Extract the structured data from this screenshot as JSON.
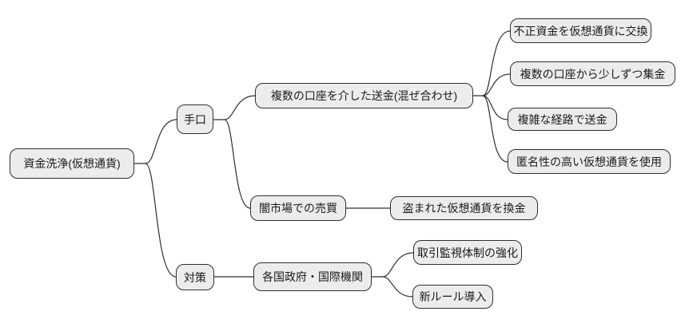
{
  "diagram": {
    "type": "mindmap",
    "language": "ja",
    "topic": "cryptocurrency money laundering",
    "colors": {
      "background": "#ffffff",
      "node_fill": "#ececec",
      "node_border": "#2e2e2e",
      "link": "#2e2e2e",
      "text": "#1a1a1a"
    }
  },
  "nodes": {
    "root": {
      "label": "資金洗浄(仮想通貨)"
    },
    "methods": {
      "label": "手口"
    },
    "mixing": {
      "label": "複数の口座を介した送金(混ぜ合わせ)"
    },
    "exchange": {
      "label": "不正資金を仮想通貨に交換"
    },
    "collect": {
      "label": "複数の口座から少しずつ集金"
    },
    "route": {
      "label": "複雑な経路で送金"
    },
    "anonymous": {
      "label": "匿名性の高い仮想通貨を使用"
    },
    "darkmarket": {
      "label": "闇市場での売買"
    },
    "cashout": {
      "label": "盗まれた仮想通貨を換金"
    },
    "counter": {
      "label": "対策"
    },
    "govern": {
      "label": "各国政府・国際機関"
    },
    "monitor": {
      "label": "取引監視体制の強化"
    },
    "newrules": {
      "label": "新ルール導入"
    }
  },
  "hierarchy": {
    "label": "資金洗浄(仮想通貨)",
    "children": [
      {
        "label": "手口",
        "children": [
          {
            "label": "複数の口座を介した送金(混ぜ合わせ)",
            "children": [
              {
                "label": "不正資金を仮想通貨に交換"
              },
              {
                "label": "複数の口座から少しずつ集金"
              },
              {
                "label": "複雑な経路で送金"
              },
              {
                "label": "匿名性の高い仮想通貨を使用"
              }
            ]
          },
          {
            "label": "闇市場での売買",
            "children": [
              {
                "label": "盗まれた仮想通貨を換金"
              }
            ]
          }
        ]
      },
      {
        "label": "対策",
        "children": [
          {
            "label": "各国政府・国際機関",
            "children": [
              {
                "label": "取引監視体制の強化"
              },
              {
                "label": "新ルール導入"
              }
            ]
          }
        ]
      }
    ]
  }
}
